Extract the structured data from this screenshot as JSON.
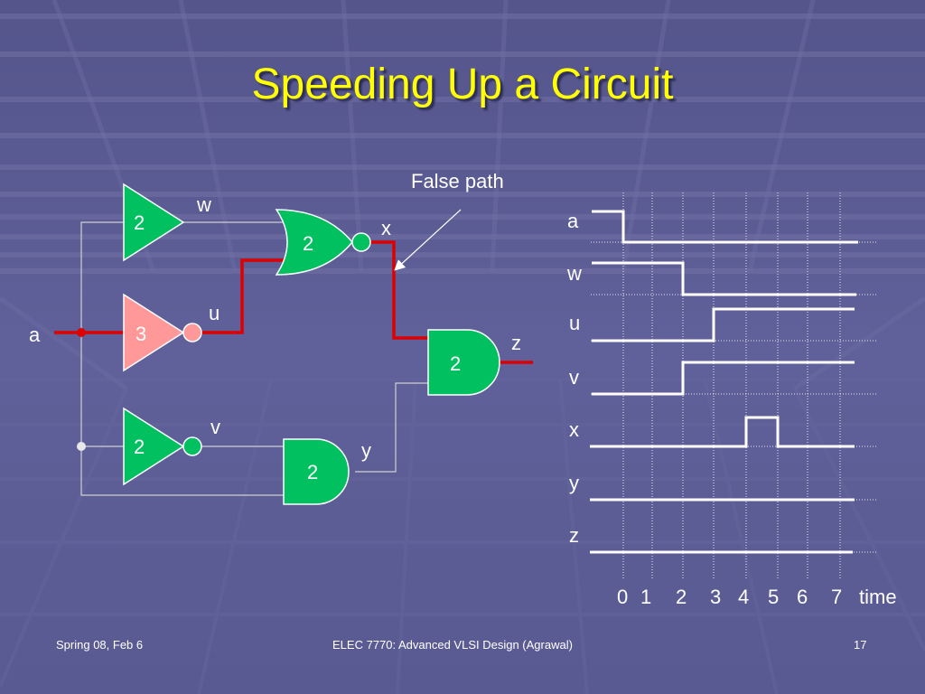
{
  "title": "Speeding Up a Circuit",
  "annotation": "False path",
  "gates": {
    "buf_w": "2",
    "inv_u": "3",
    "inv_v": "2",
    "nor_x": "2",
    "and_y": "2",
    "and_z": "2"
  },
  "signals": {
    "a": "a",
    "w": "w",
    "u": "u",
    "v": "v",
    "x": "x",
    "y": "y",
    "z": "z"
  },
  "timing": {
    "signals": [
      "a",
      "w",
      "u",
      "v",
      "x",
      "y",
      "z"
    ],
    "time_ticks": [
      "0",
      "1",
      "2",
      "3",
      "4",
      "5",
      "6",
      "7"
    ],
    "time_label": "time"
  },
  "footer": {
    "left": "Spring 08, Feb 6",
    "center": "ELEC 7770: Advanced VLSI Design (Agrawal)",
    "right": "17"
  },
  "colors": {
    "background": "#5c5c96",
    "title": "#ffff00",
    "gate": "#00c060",
    "critical_gate": "#ff9999",
    "critical_path": "#dd0000"
  }
}
